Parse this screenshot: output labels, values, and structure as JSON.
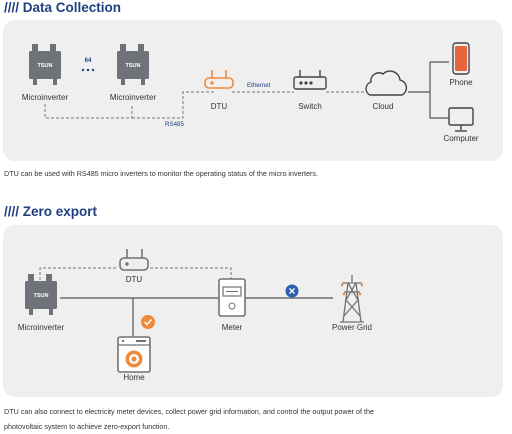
{
  "sections": [
    {
      "prefix": "////",
      "title": "Data Collection",
      "labels": {
        "inverter_a": "Microinverter",
        "inverter_b": "Microinverter",
        "count": "64",
        "dtu": "DTU",
        "ethernet": "Ethernet",
        "rs485": "RS485",
        "switch": "Switch",
        "cloud": "Cloud",
        "phone": "Phone",
        "computer": "Computer",
        "brand": "TSUN"
      },
      "caption": "DTU can be used with RS485 micro inverters to monitor the operating status of the micro inverters."
    },
    {
      "prefix": "////",
      "title": "Zero export",
      "labels": {
        "inverter": "Microinverter",
        "brand": "TSUN",
        "dtu": "DTU",
        "meter": "Meter",
        "home": "Home",
        "grid": "Power Grid"
      },
      "caption_line1": "DTU can also connect to electricity meter devices, collect power grid information, and control the output power of the",
      "caption_line2": "photovoltaic system to achieve zero-export function."
    }
  ],
  "colors": {
    "heading": "#1f3f82",
    "panel": "#efefef",
    "phone_accent": "#e8643a",
    "check": "#ef8a3c",
    "cross": "#2f5fb0",
    "device": "#6f7379"
  }
}
